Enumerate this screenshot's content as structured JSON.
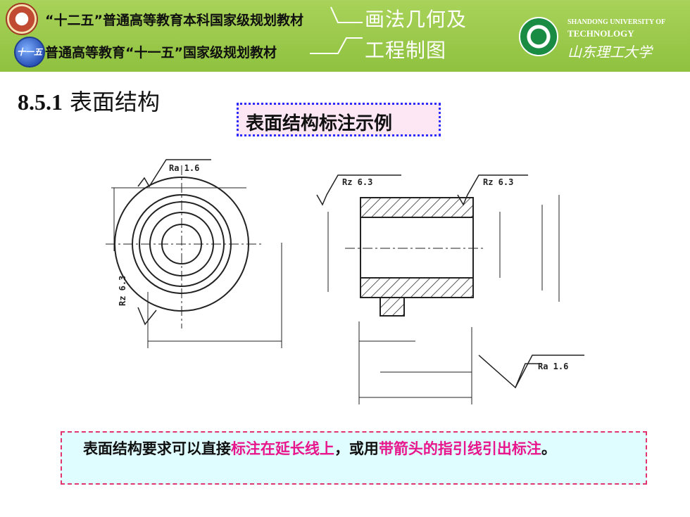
{
  "header": {
    "line1": "“十二五”普通高等教育本科国家级规划教材",
    "line2": "普通高等教育“十一五”国家级规划教材",
    "logo2_text": "十一五",
    "course_title_line1": "画法几何及",
    "course_title_line2": "工程制图",
    "university_en_line1": "SHANDONG UNIVERSITY OF",
    "university_en_line2": "TECHNOLOGY",
    "university_cn": "山东理工大学"
  },
  "section": {
    "number": "8.5.1",
    "title": "表面结构"
  },
  "example_label": "表面结构标注示例",
  "drawing": {
    "symbols": [
      {
        "text": "Ra 1.6"
      },
      {
        "text": "Rz 6.3"
      },
      {
        "text": "Rz 6.3"
      },
      {
        "text": "Rz 6.3"
      },
      {
        "text": "Ra 1.6"
      }
    ]
  },
  "note": {
    "part1": "表面结构要求可以直接",
    "part2": "标注在延长线上",
    "part3": "，或用",
    "part4": "带箭头的指引线引出标注",
    "part5": "。"
  },
  "colors": {
    "header_green": "#8fc13f",
    "highlight": "#e8168c",
    "dotted_border": "#2c2cff",
    "dashed_border": "#e0356f"
  }
}
